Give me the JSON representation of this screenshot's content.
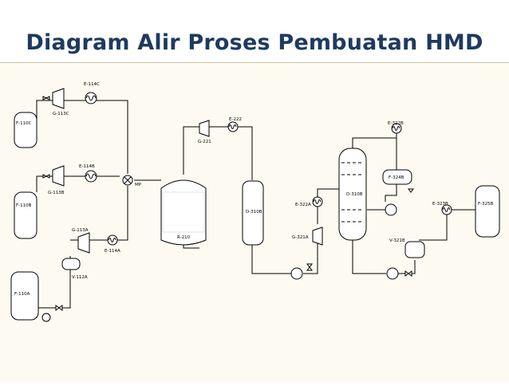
{
  "title": "Diagram Alir Proses Pembuatan HMD",
  "labels": {
    "e114c": "E-114C",
    "g113c": "G-113C",
    "f110c": "F-110C",
    "e114b": "E-114B",
    "g113b": "G-113B",
    "f110b": "F-110B",
    "mp": "MP",
    "g113a": "G-113A",
    "e114a": "E-114A",
    "v112a": "V-112A",
    "f110a": "F-110A",
    "e222": "E-222",
    "g221": "G-221",
    "r210": "R-210",
    "d310b_left": "D-310B",
    "e322a": "E-322A",
    "g321a": "G-321A",
    "d310b_col": "D-310B",
    "e322b": "E-322B",
    "f324b": "F-324B",
    "e323b": "E-323B",
    "f325b": "F-325B",
    "v321b": "V-321B"
  },
  "colors": {
    "title": "#1f3a5f",
    "background": "#fdfbf1",
    "line": "#000000"
  }
}
